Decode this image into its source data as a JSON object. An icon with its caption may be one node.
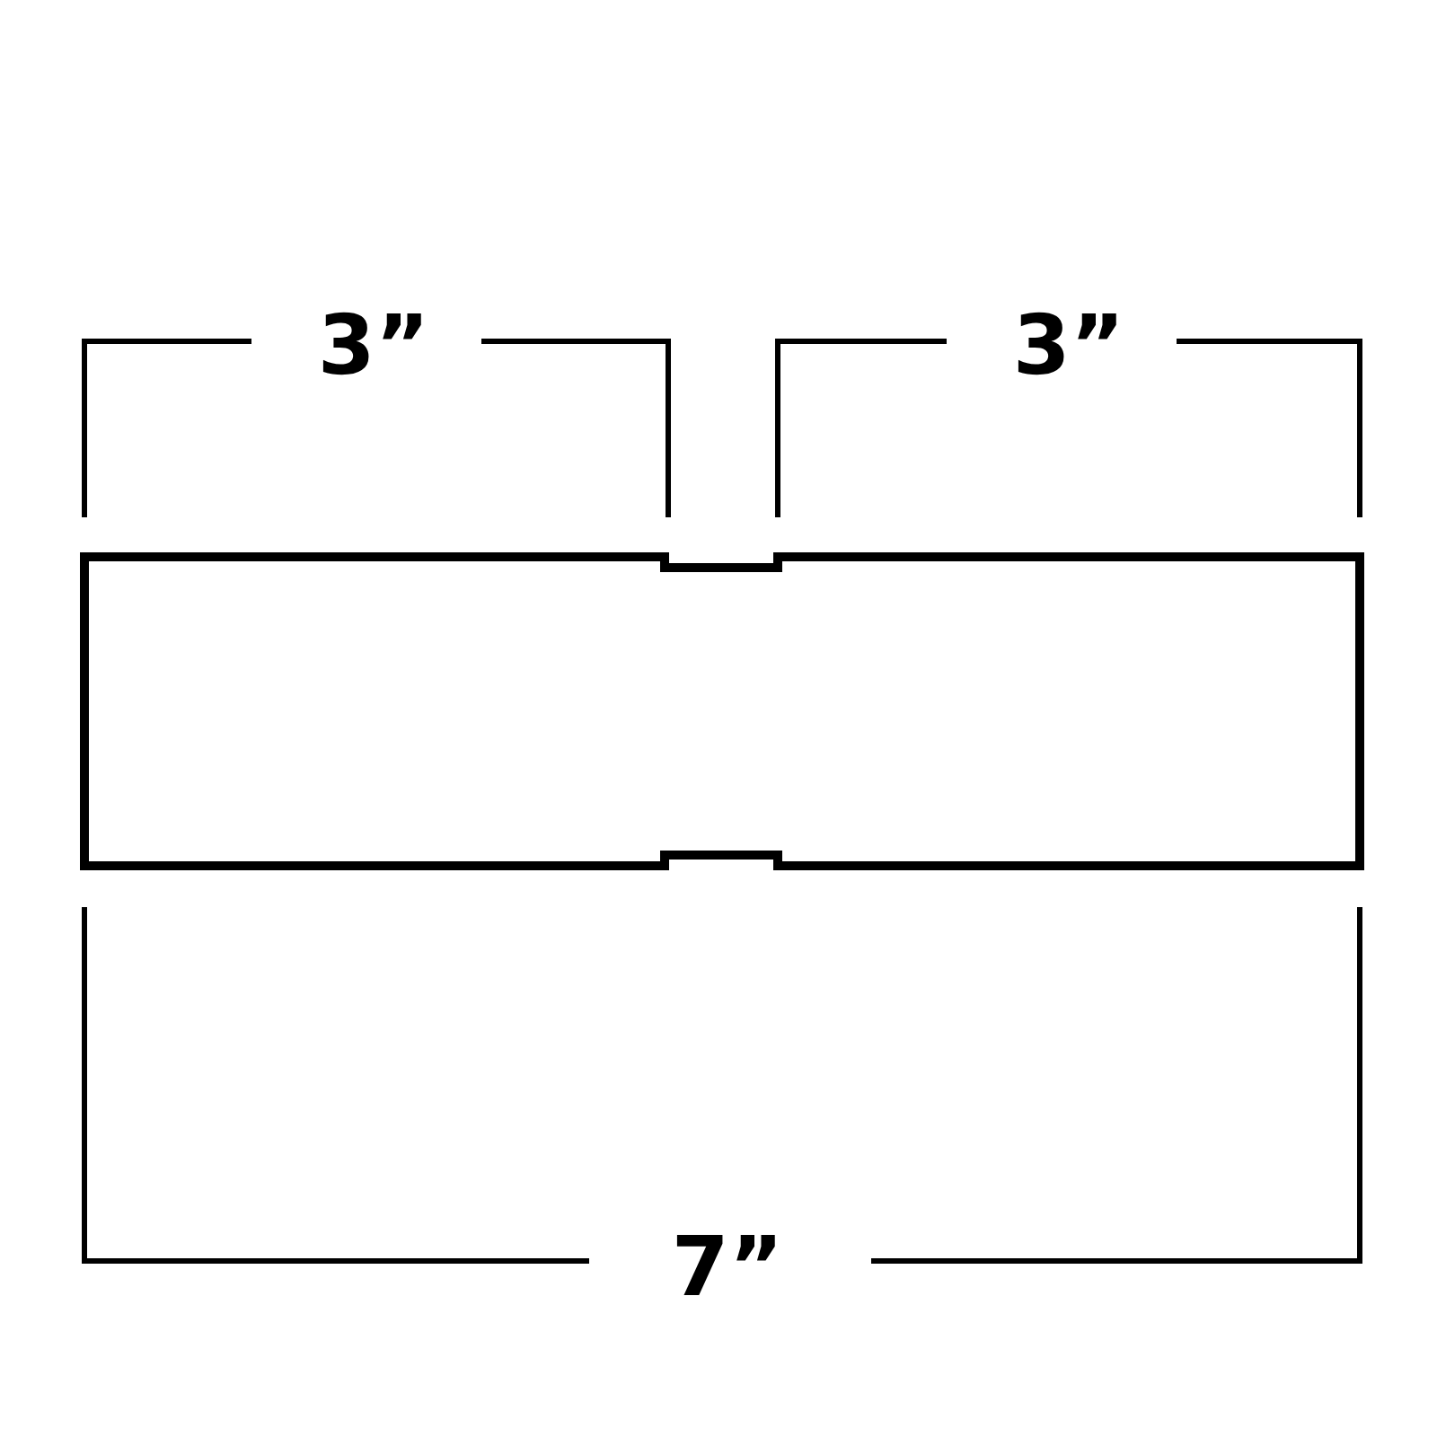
{
  "diagram": {
    "nodes": [
      {
        "text": [],
        "shape": "box"
      }
    ],
    "labels": [
      "3”",
      "3”",
      "7”"
    ]
  }
}
